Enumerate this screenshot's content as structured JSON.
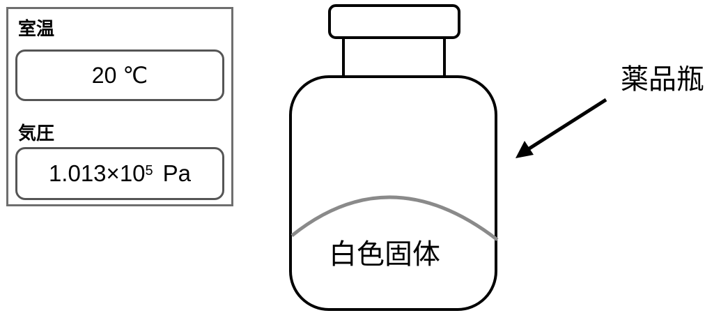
{
  "conditions": {
    "room_temperature": {
      "label": "室温",
      "value": "20 ℃"
    },
    "atmospheric_pressure": {
      "label": "気圧",
      "mantissa": "1.013",
      "times": "×",
      "base": "10",
      "exponent": "5",
      "unit": "Pa"
    }
  },
  "bottle": {
    "name_label": "薬品瓶",
    "contents_label": "白色固体",
    "colors": {
      "outline": "#000000",
      "solid_surface": "#8a8a8a",
      "panel_border": "#6e6e6e"
    }
  }
}
